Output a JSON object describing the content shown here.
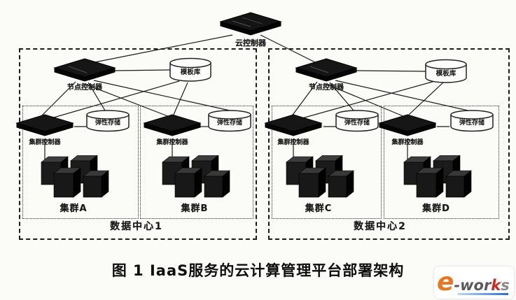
{
  "title_caption": "图 1 IaaS服务的云计算管理平台部署架构",
  "cloud_controller_label": "云控制器",
  "datacenters": [
    {
      "label": "数据中心1",
      "node_controller_label": "节点控制器",
      "template_db_label": "模板库",
      "groups": [
        {
          "controller_label": "集群控制器",
          "storage_label": "弹性存储",
          "cluster_label": "集群A"
        },
        {
          "controller_label": "集群控制器",
          "storage_label": "弹性存储",
          "cluster_label": "集群B"
        }
      ]
    },
    {
      "label": "数据中心2",
      "node_controller_label": "节点控制器",
      "template_db_label": "模板库",
      "groups": [
        {
          "controller_label": "集群控制器",
          "storage_label": "弹性存储",
          "cluster_label": "集群C"
        },
        {
          "controller_label": "集群控制器",
          "storage_label": "弹性存储",
          "cluster_label": "集群D"
        }
      ]
    }
  ],
  "logo": {
    "letter": "e",
    "part1": "-wor",
    "part2": "k",
    "part3": "s"
  },
  "colors": {
    "line": "#1a1a1a",
    "accent_orange": "#e87722",
    "accent_red": "#cc2a1e",
    "accent_blue": "#2a6fd6"
  }
}
